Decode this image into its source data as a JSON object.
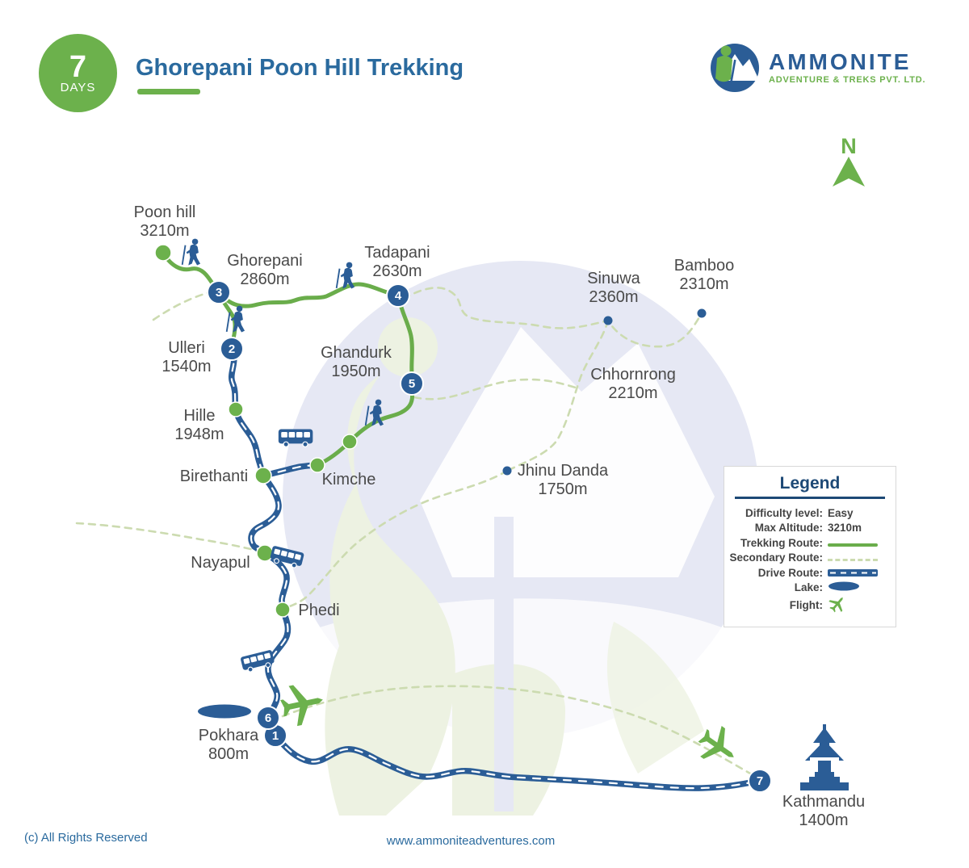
{
  "header": {
    "days_number": "7",
    "days_label": "DAYS",
    "title": "Ghorepani Poon Hill Trekking",
    "logo_name": "AMMONITE",
    "logo_tagline": "ADVENTURE & TREKS PVT. LTD."
  },
  "compass": {
    "label": "N"
  },
  "locations": [
    {
      "name": "Poon hill",
      "altitude": "3210m"
    },
    {
      "name": "Ghorepani",
      "altitude": "2860m"
    },
    {
      "name": "Tadapani",
      "altitude": "2630m"
    },
    {
      "name": "Sinuwa",
      "altitude": "2360m"
    },
    {
      "name": "Bamboo",
      "altitude": "2310m"
    },
    {
      "name": "Ulleri",
      "altitude": "1540m"
    },
    {
      "name": "Ghandurk",
      "altitude": "1950m"
    },
    {
      "name": "Chhornrong",
      "altitude": "2210m"
    },
    {
      "name": "Hille",
      "altitude": "1948m"
    },
    {
      "name": "Birethanti",
      "altitude": ""
    },
    {
      "name": "Kimche",
      "altitude": ""
    },
    {
      "name": "Jhinu Danda",
      "altitude": "1750m"
    },
    {
      "name": "Nayapul",
      "altitude": ""
    },
    {
      "name": "Phedi",
      "altitude": ""
    },
    {
      "name": "Pokhara",
      "altitude": "800m"
    },
    {
      "name": "Kathmandu",
      "altitude": "1400m"
    }
  ],
  "day_markers": [
    "1",
    "2",
    "3",
    "4",
    "5",
    "6",
    "7"
  ],
  "legend": {
    "title": "Legend",
    "rows": [
      {
        "label": "Difficulty level:",
        "value": "Easy"
      },
      {
        "label": "Max Altitude:",
        "value": "3210m"
      },
      {
        "label": "Trekking Route:",
        "value": ""
      },
      {
        "label": "Secondary Route:",
        "value": ""
      },
      {
        "label": "Drive Route:",
        "value": ""
      },
      {
        "label": "Lake:",
        "value": ""
      },
      {
        "label": "Flight:",
        "value": ""
      }
    ]
  },
  "footer": {
    "copyright": "(c) All Rights Reserved",
    "website": "www.ammoniteadventures.com"
  },
  "icons": [
    "hiker-icon",
    "bus-icon",
    "plane-icon",
    "pagoda-icon",
    "north-arrow-icon",
    "lake-shape",
    "ammonite-logo-icon"
  ],
  "colors": {
    "brand_green": "#6cb14c",
    "route_green": "#6aad4b",
    "brand_blue": "#2b5d96",
    "title_blue": "#2a6a9e",
    "label_gray": "#4a4a4a",
    "secondary_route_green": "#ccdbb0",
    "legend_title_blue": "#1d4976",
    "watermark_lavender": "#e6e8f4",
    "watermark_green": "#edf2e2"
  }
}
